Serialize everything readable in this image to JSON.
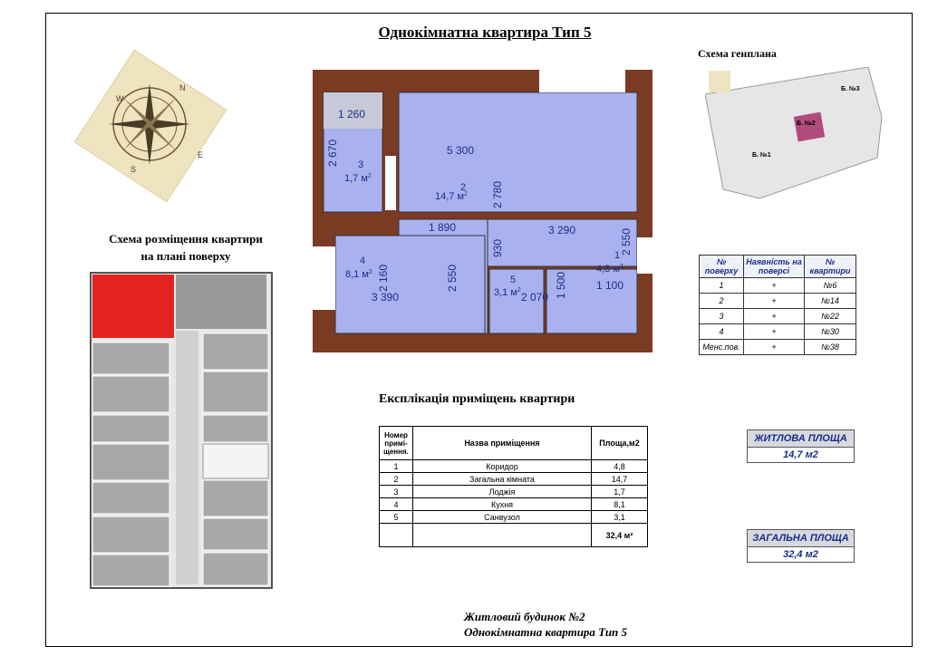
{
  "header": {
    "title": "Однокімнатна квартира Тип 5"
  },
  "compass": {
    "letters": [
      "N",
      "W",
      "E",
      "S"
    ]
  },
  "placement": {
    "title_line1": "Схема розміщення квартири",
    "title_line2": "на плані поверху"
  },
  "site_plan": {
    "title": "Схема генплана",
    "buildings": [
      "Б. №1",
      "Б. №2",
      "Б. №3"
    ]
  },
  "floor_plan": {
    "dimensions": [
      "1 260",
      "2 670",
      "5 300",
      "2 780",
      "1 890",
      "930",
      "3 290",
      "2 550",
      "2 160",
      "2 550",
      "3 390",
      "2 070",
      "1 500",
      "1 100"
    ],
    "rooms": [
      {
        "num": "3",
        "area": "1,7 м",
        "sup": "2"
      },
      {
        "num": "2",
        "area": "14,7 м",
        "sup": "2"
      },
      {
        "num": "1",
        "area": "4,8 м",
        "sup": "2"
      },
      {
        "num": "4",
        "area": "8,1 м",
        "sup": "2"
      },
      {
        "num": "5",
        "area": "3,1 м",
        "sup": "2"
      }
    ]
  },
  "floors_table": {
    "headers": [
      "№ поверху",
      "Наявність на поверсі",
      "№ квартири"
    ],
    "rows": [
      [
        "1",
        "+",
        "№6"
      ],
      [
        "2",
        "+",
        "№14"
      ],
      [
        "3",
        "+",
        "№22"
      ],
      [
        "4",
        "+",
        "№30"
      ],
      [
        "Менс.пов.",
        "+",
        "№38"
      ]
    ]
  },
  "explication": {
    "title": "Експлікація приміщень квартири",
    "headers": [
      "Номер примі-щення.",
      "Назва приміщення",
      "Площа,м2"
    ],
    "rows": [
      [
        "1",
        "Коридор",
        "4,8"
      ],
      [
        "2",
        "Загальна кімната",
        "14,7"
      ],
      [
        "3",
        "Лоджія",
        "1,7"
      ],
      [
        "4",
        "Кухня",
        "8,1"
      ],
      [
        "5",
        "Санвузол",
        "3,1"
      ]
    ],
    "total": "32,4 м²"
  },
  "living_area": {
    "label": "ЖИТЛОВА ПЛОЩА",
    "value": "14,7 м2"
  },
  "total_area": {
    "label": "ЗАГАЛЬНА ПЛОЩА",
    "value": "32,4 м2"
  },
  "footer": {
    "line1": "Житловий будинок №2",
    "line2": "Однокімнатна квартира Тип 5"
  },
  "colors": {
    "wall": "#7a3b22",
    "room": "#a9b1ef",
    "highlight": "#e02020",
    "building": "#b04c7d"
  }
}
